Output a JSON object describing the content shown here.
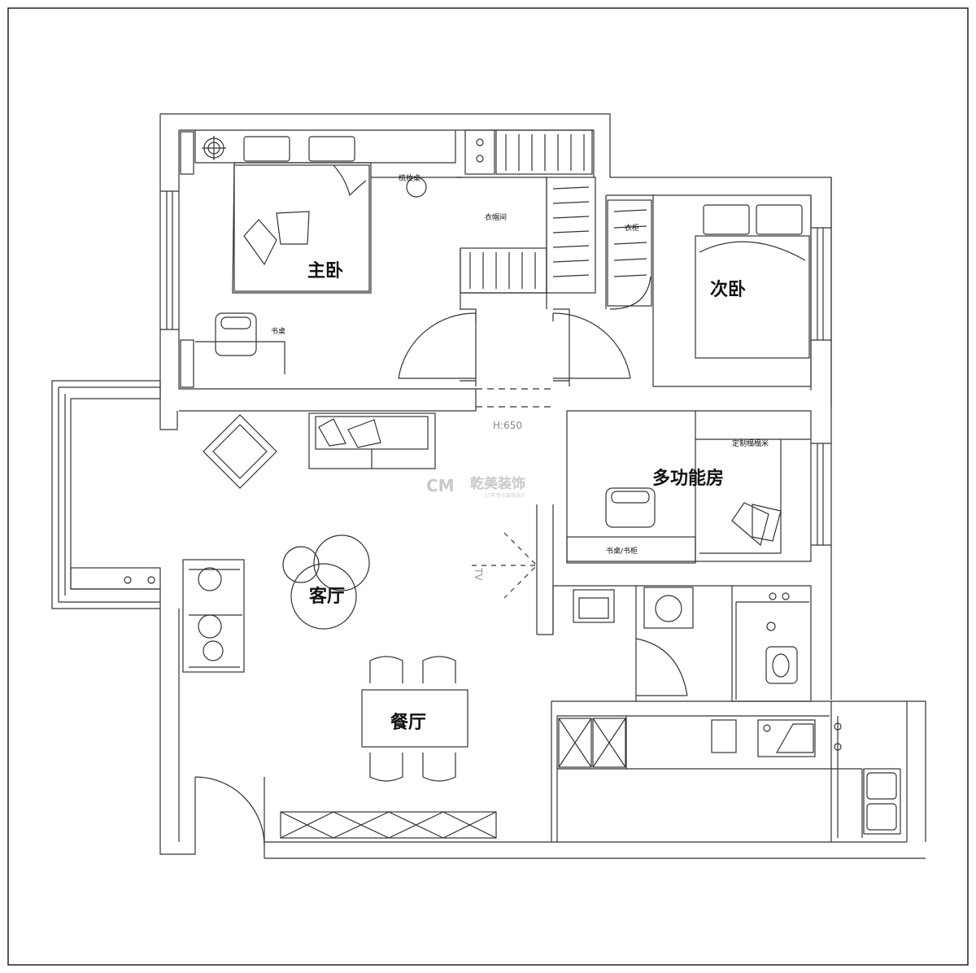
{
  "rooms": {
    "master_bedroom": "主卧",
    "second_bedroom": "次卧",
    "multi_room": "多功能房",
    "living_room": "客厅",
    "dining_room": "餐厅"
  },
  "labels": {
    "dresser": "梳妆桌",
    "walk_in_closet": "衣帽间",
    "wardrobe": "衣柜",
    "desk_master": "书桌",
    "tatami": "定制榻榻米",
    "desk_shelf": "书桌/书柜",
    "tv": "TV",
    "door_height": "H:650"
  },
  "watermark": {
    "logo": "CM",
    "name": "乾美装饰",
    "tagline": "17年专注装饰设计"
  }
}
